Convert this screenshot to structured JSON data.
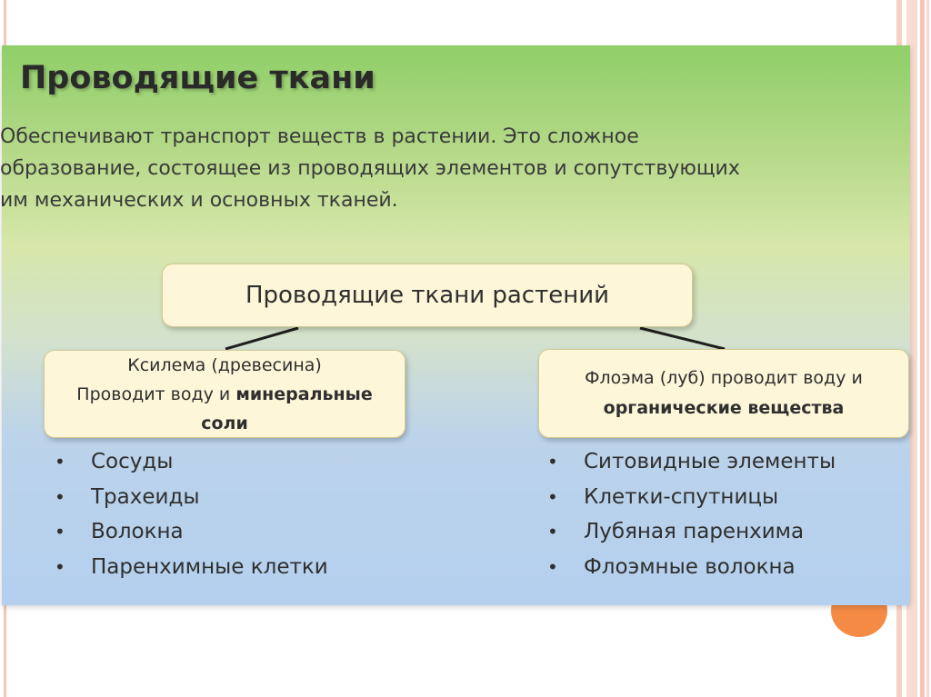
{
  "title": "Проводящие ткани",
  "description": {
    "line1": "Обеспечивают транспорт веществ в растении. Это сложное",
    "line2": "образование, состоящее из проводящих элементов и сопутствующих",
    "line3": "им механических и основных тканей."
  },
  "root_box": {
    "label": "Проводящие ткани растений"
  },
  "xylem_box": {
    "line1": "Ксилема (древесина)",
    "line2_prefix": "Проводит воду и ",
    "line2_bold": "минеральные",
    "line3_bold": "соли"
  },
  "phloem_box": {
    "line1": "Флоэма (луб) проводит воду и",
    "line2_bold": "органические вещества"
  },
  "xylem_items": [
    "Сосуды",
    "Трахеиды",
    "Волокна",
    "Паренхимные клетки"
  ],
  "phloem_items": [
    "Ситовидные элементы",
    "Клетки-спутницы",
    "Лубяная паренхима",
    "Флоэмные волокна"
  ],
  "colors": {
    "accent_orange": "#f58a45",
    "box_fill": "#fdf6d8",
    "gradient_top": "#8fcf68",
    "gradient_bottom": "#b4d0ee"
  }
}
